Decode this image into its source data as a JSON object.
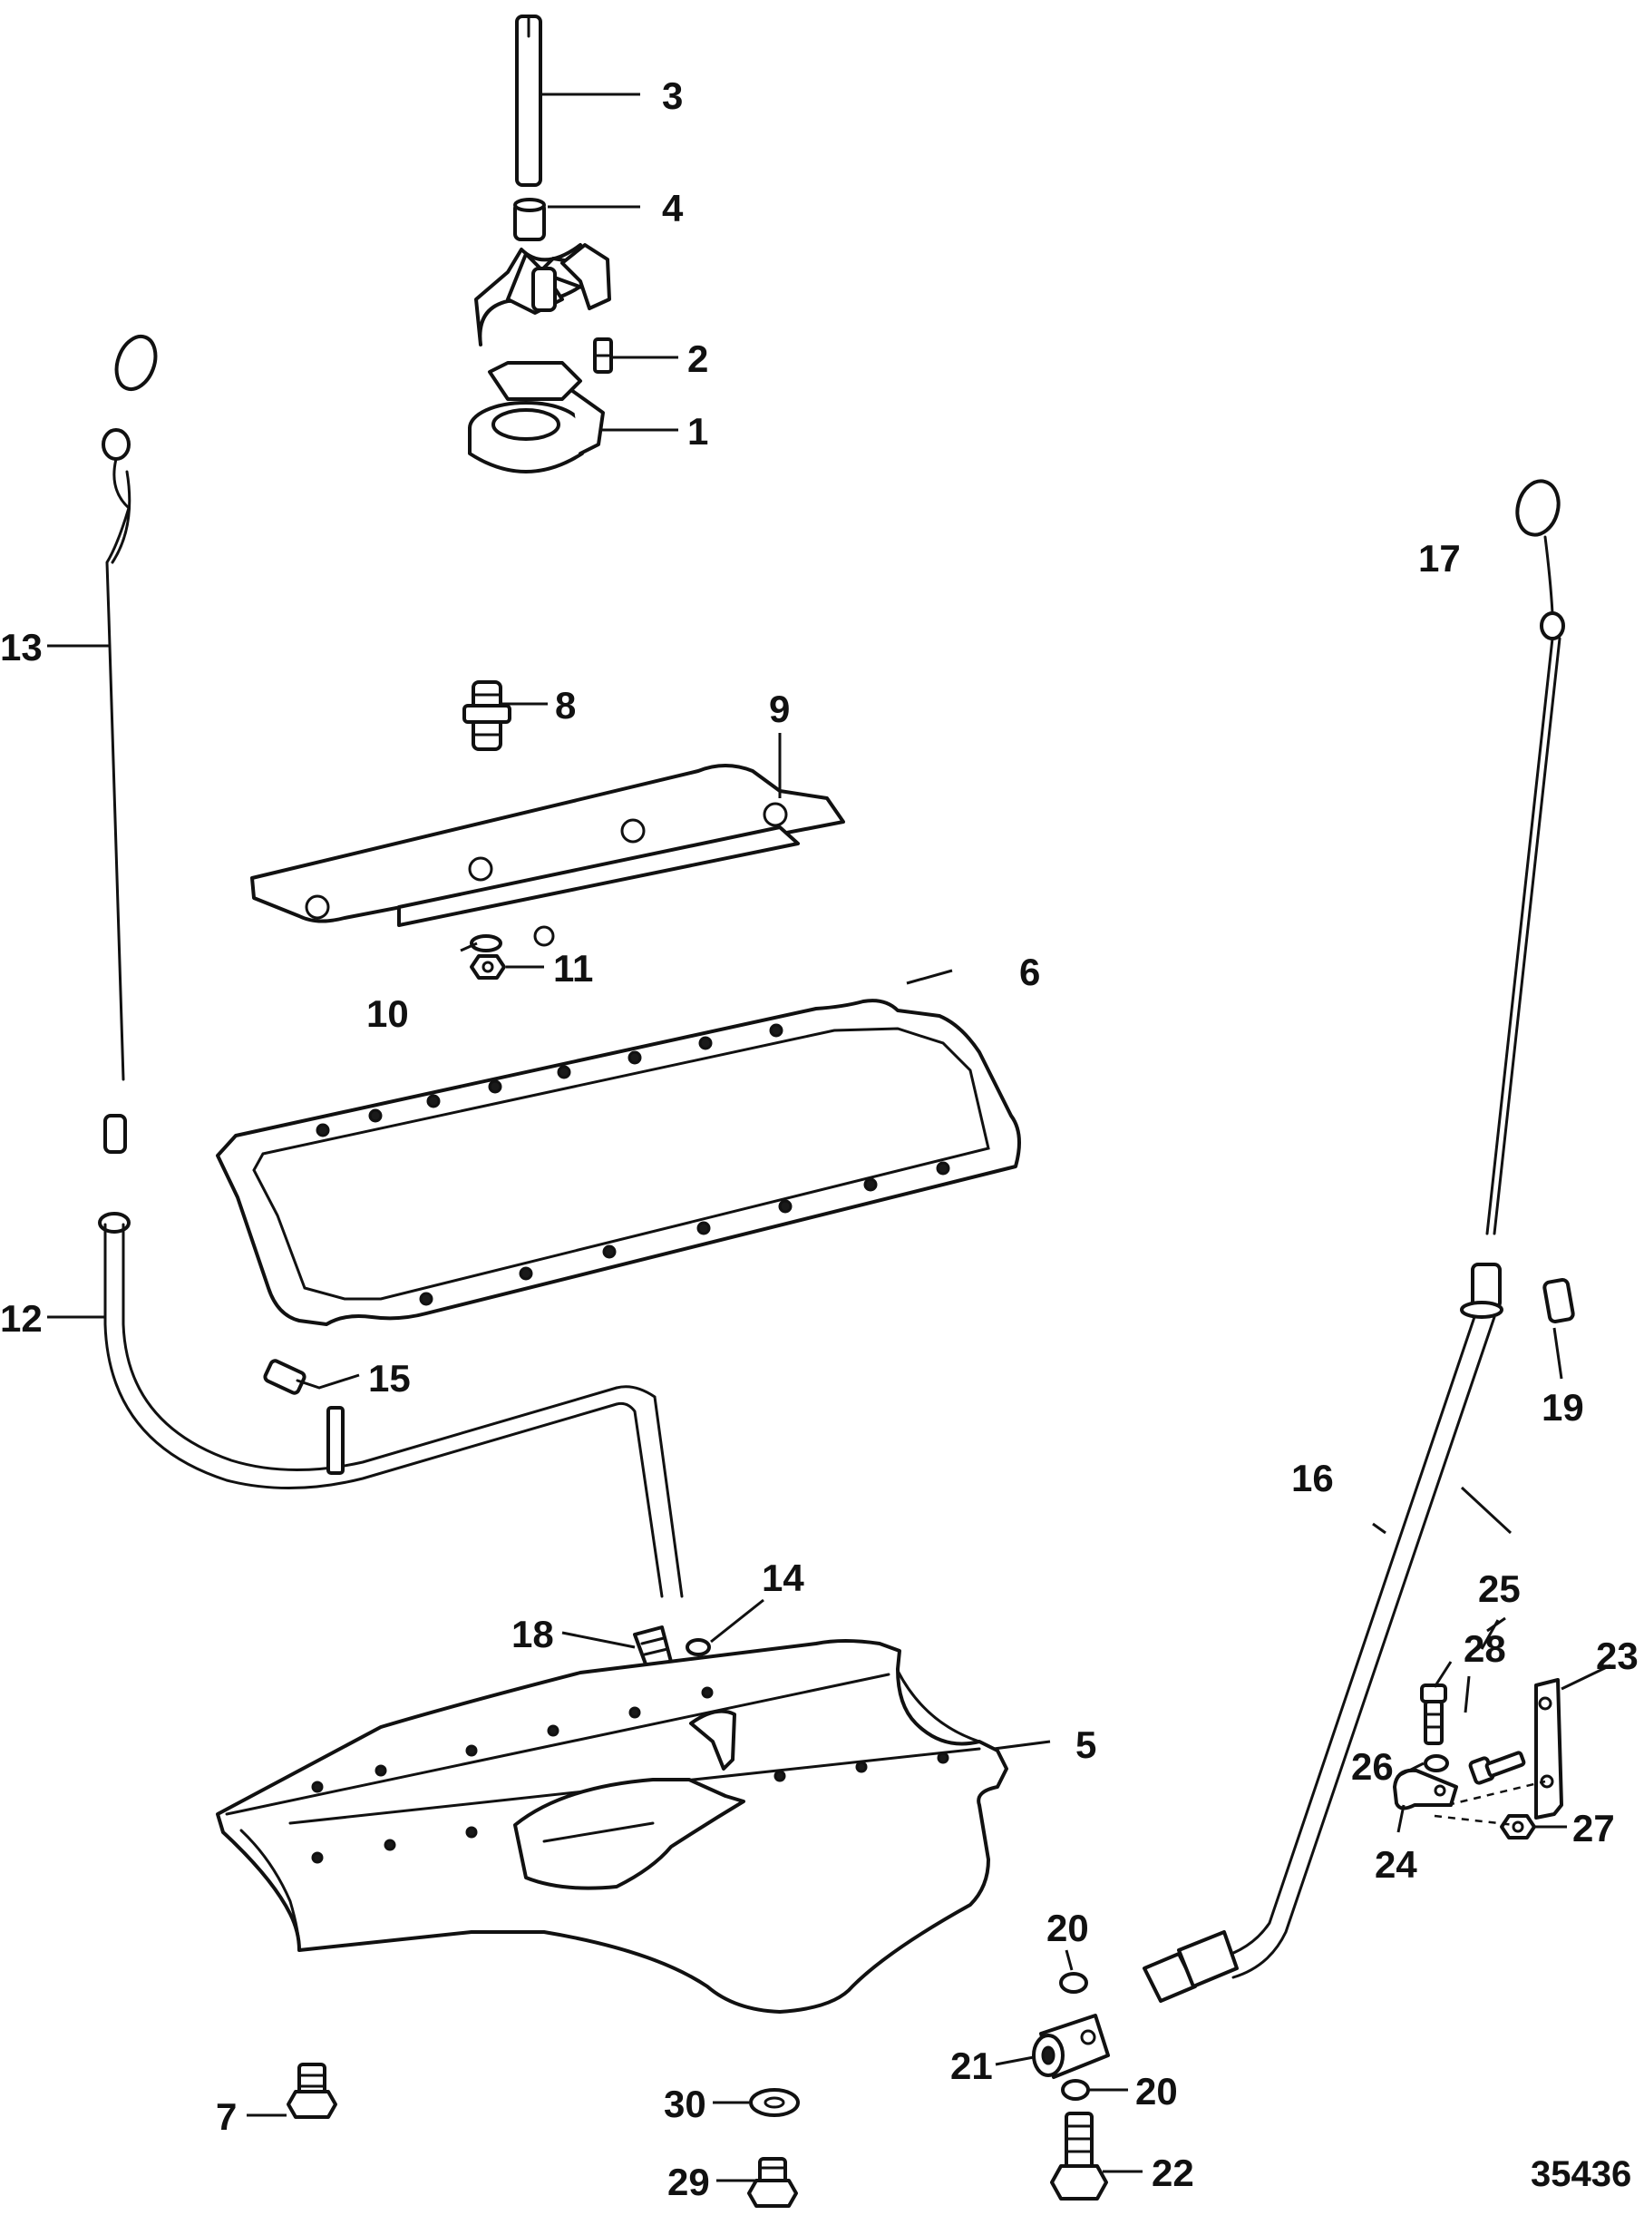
{
  "figure_number": "35436",
  "callouts": {
    "c1": "1",
    "c2": "2",
    "c3": "3",
    "c4": "4",
    "c5": "5",
    "c6": "6",
    "c7": "7",
    "c8": "8",
    "c9": "9",
    "c10": "10",
    "c11": "11",
    "c12": "12",
    "c13": "13",
    "c14": "14",
    "c15": "15",
    "c16": "16",
    "c17": "17",
    "c18": "18",
    "c19": "19",
    "c20a": "20",
    "c20b": "20",
    "c21": "21",
    "c22": "22",
    "c23": "23",
    "c24": "24",
    "c25": "25",
    "c26": "26",
    "c27": "27",
    "c28": "28",
    "c29": "29",
    "c30": "30"
  },
  "colors": {
    "line": "#111111",
    "background": "#ffffff"
  }
}
